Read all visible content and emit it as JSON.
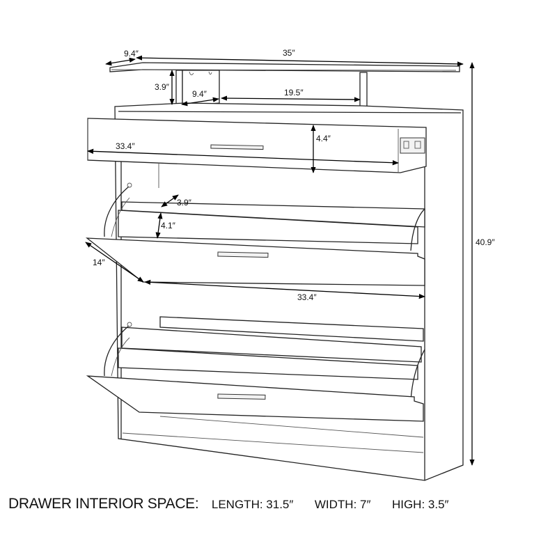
{
  "diagram": {
    "subject": "Shoe cabinet with top drawer and two flip-down shoe compartments",
    "line_color": "#222222",
    "background": "#ffffff",
    "dimensions": {
      "top_depth": "9.4″",
      "top_width": "35″",
      "top_gap_height": "3.9″",
      "top_inner_depth": "9.4″",
      "top_inner_width": "19.5″",
      "drawer_width": "33.4″",
      "drawer_height": "4.4″",
      "flap_inner_depth": "3.9″",
      "flap_inner_height": "4.1″",
      "flap_depth": "14″",
      "flap_width": "33.4″",
      "total_height": "40.9″"
    }
  },
  "footer": {
    "title": "DRAWER INTERIOR SPACE:",
    "length": "LENGTH: 31.5″",
    "width": "WIDTH: 7″",
    "high": "HIGH: 3.5″"
  }
}
